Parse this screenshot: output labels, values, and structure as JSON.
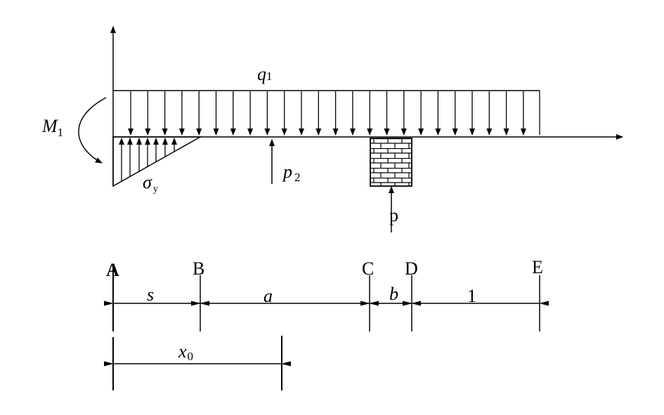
{
  "labels": {
    "q1_sym": "q",
    "q1_sub": "1",
    "m1_sym": "M",
    "m1_sub": "1",
    "sigma_sym": "σ",
    "sigma_sub": "y",
    "p2_sym": "p",
    "p2_sub": "2",
    "p_sym": "p"
  },
  "points": {
    "A": "A",
    "B": "B",
    "C": "C",
    "D": "D",
    "E": "E"
  },
  "dims": {
    "s": "s",
    "a": "a",
    "b": "b",
    "one": "1",
    "x0_sym": "x",
    "x0_sub": "0"
  }
}
